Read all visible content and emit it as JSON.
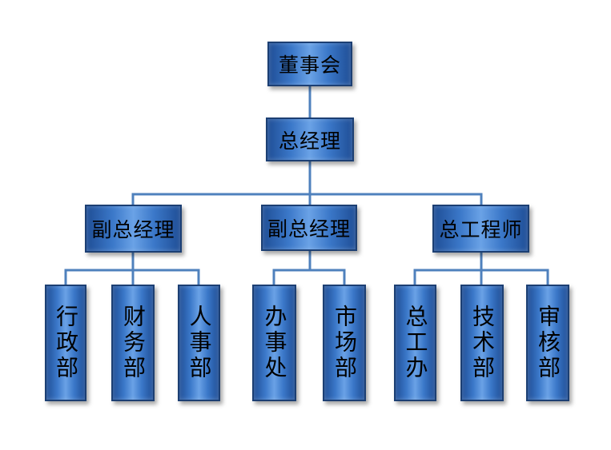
{
  "nodes": {
    "board": "董事会",
    "gm": "总经理",
    "vp1": "副总经理",
    "vp2": "副总经理",
    "chief_engineer": "总工程师",
    "admin": "行政部",
    "finance": "财务部",
    "hr": "人事部",
    "office": "办事处",
    "market": "市场部",
    "engineering_office": "总工办",
    "tech": "技术部",
    "audit": "审核部"
  },
  "colors": {
    "box_dark": "#1f4e96",
    "box_light": "#6aa2e6",
    "connector": "#4f81bd"
  }
}
